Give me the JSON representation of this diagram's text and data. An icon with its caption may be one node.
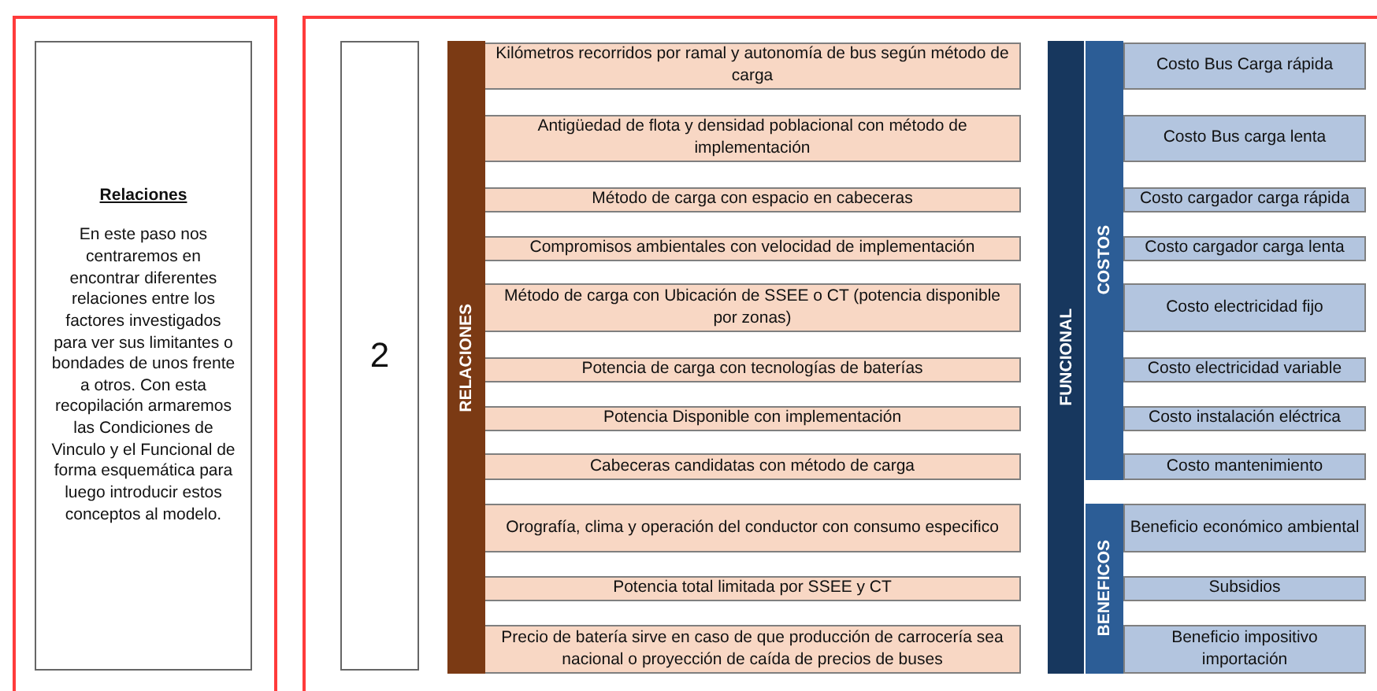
{
  "diagram": {
    "nodes": [
      {
        "text": [],
        "shape": "box"
      },
      {
        "text": [
          "Relaciones",
          "En este paso nos centraremos en encontrar diferentes relaciones entre los factores investigados para ver sus limitantes o bondades de unos frente a otros. Con esta recopilación armaremos las Condiciones de Vinculo y el Funcional de forma esquemática para luego introducir estos conceptos al modelo."
        ],
        "in": 0
      },
      {
        "text": [],
        "shape": "box"
      },
      {
        "text": [
          "2"
        ],
        "in": 2
      },
      {
        "text": [
          "RELACIONES"
        ],
        "in": 2
      },
      {
        "text": [
          "Kilómetros recorridos por ramal y autonomía de bus según método de carga"
        ],
        "in": 2
      },
      {
        "text": [
          "Antigüedad de flota y densidad poblacional con método de implementación"
        ],
        "in": 2
      },
      {
        "text": [
          "Método de carga con espacio en cabeceras"
        ],
        "in": 2
      },
      {
        "text": [
          "Compromisos ambientales con velocidad de implementación"
        ],
        "in": 2
      },
      {
        "text": [
          "Método de carga con Ubicación de SSEE o CT (potencia disponible por zonas)"
        ],
        "in": 2
      },
      {
        "text": [
          "Potencia de carga con tecnologías de baterías"
        ],
        "in": 2
      },
      {
        "text": [
          "Potencia Disponible con implementación"
        ],
        "in": 2
      },
      {
        "text": [
          "Cabeceras candidatas con método de carga"
        ],
        "in": 2
      },
      {
        "text": [
          "Orografía, clima y operación del conductor con consumo especifico"
        ],
        "in": 2
      },
      {
        "text": [
          "Potencia total limitada por SSEE y CT"
        ],
        "in": 2
      },
      {
        "text": [
          "Precio de batería sirve en caso de que producción de carrocería sea nacional o proyección de caída de precios de buses"
        ],
        "in": 2
      },
      {
        "text": [
          "FUNCIONAL"
        ],
        "in": 2
      },
      {
        "text": [
          "COSTOS"
        ],
        "in": 2
      },
      {
        "text": [
          "Costo Bus Carga rápida"
        ],
        "in": 2
      },
      {
        "text": [
          "Costo Bus carga lenta"
        ],
        "in": 2
      },
      {
        "text": [
          "Costo cargador carga rápida"
        ],
        "in": 2
      },
      {
        "text": [
          "Costo cargador carga lenta"
        ],
        "in": 2
      },
      {
        "text": [
          "Costo electricidad fijo"
        ],
        "in": 2
      },
      {
        "text": [
          "Costo electricidad variable"
        ],
        "in": 2
      },
      {
        "text": [
          "Costo instalación eléctrica"
        ],
        "in": 2
      },
      {
        "text": [
          "Costo mantenimiento"
        ],
        "in": 2
      },
      {
        "text": [
          "BENEFICOS"
        ],
        "in": 2
      },
      {
        "text": [
          "Beneficio económico ambiental"
        ],
        "in": 2
      },
      {
        "text": [
          "Subsidios"
        ],
        "in": 2
      },
      {
        "text": [
          "Beneficio impositivo importación"
        ],
        "in": 2
      }
    ]
  }
}
